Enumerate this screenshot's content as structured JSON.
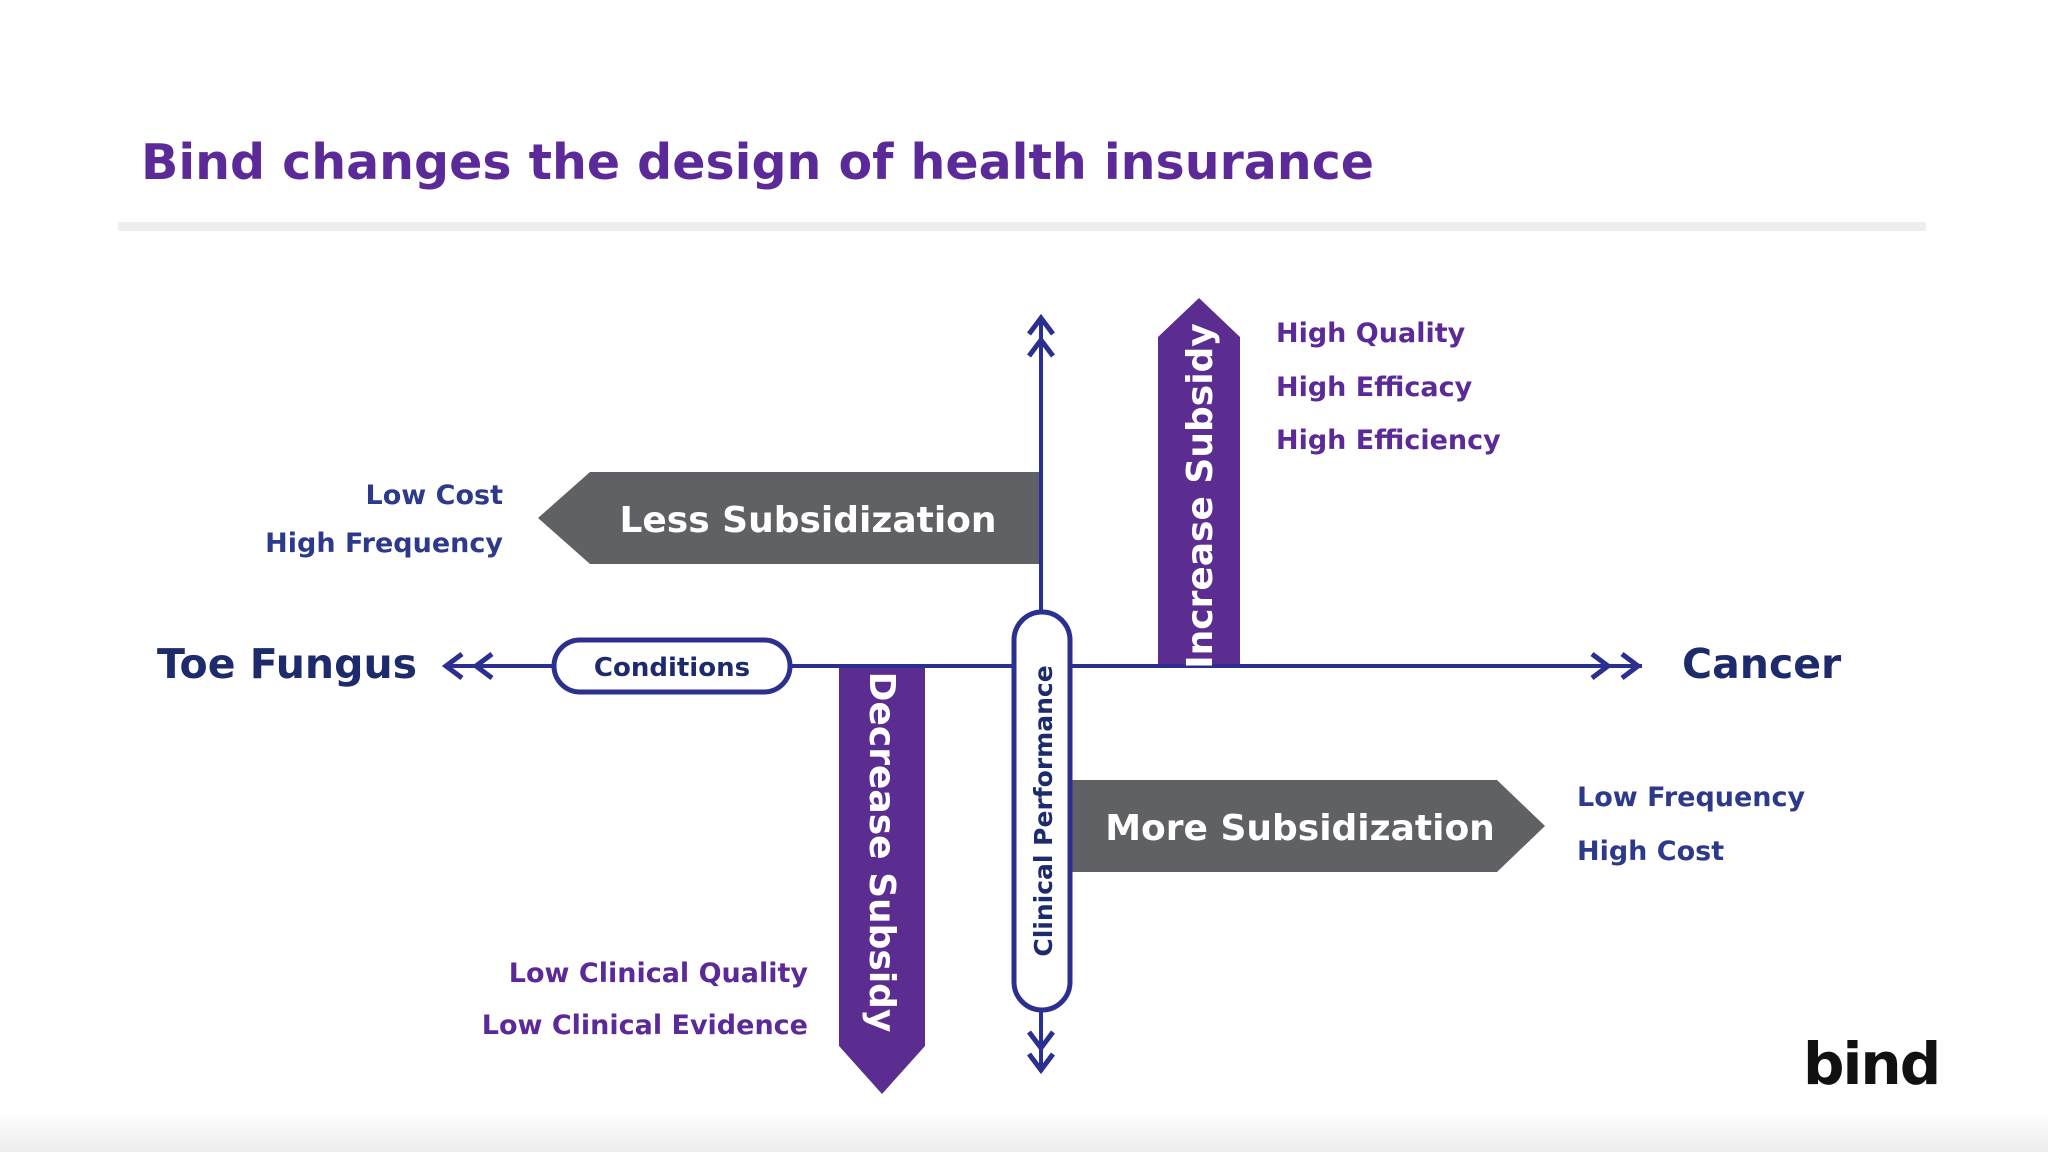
{
  "title": "Bind changes the design of health insurance",
  "logo": "bind",
  "colors": {
    "title": "#5b2a98",
    "axis": "#2b2f8f",
    "purple_arrow": "#5c2d91",
    "gray_arrow": "#5f6164",
    "annotation": "#2d3a8c"
  },
  "axes": {
    "horizontal": {
      "left_end": "Toe Fungus",
      "right_end": "Cancer",
      "label": "Conditions"
    },
    "vertical": {
      "label": "Clinical Performance"
    }
  },
  "arrows": {
    "less_subsidization": "Less Subsidization",
    "more_subsidization": "More Subsidization",
    "increase_subsidy": "Increase Subsidy",
    "decrease_subsidy": "Decrease Subsidy"
  },
  "annotations": {
    "upper_left": [
      "Low Cost",
      "High Frequency"
    ],
    "upper_right": [
      "High Quality",
      "High Efficacy",
      "High Efficiency"
    ],
    "lower_right": [
      "Low Frequency",
      "High Cost"
    ],
    "lower_left": [
      "Low Clinical Quality",
      "Low Clinical Evidence"
    ]
  }
}
